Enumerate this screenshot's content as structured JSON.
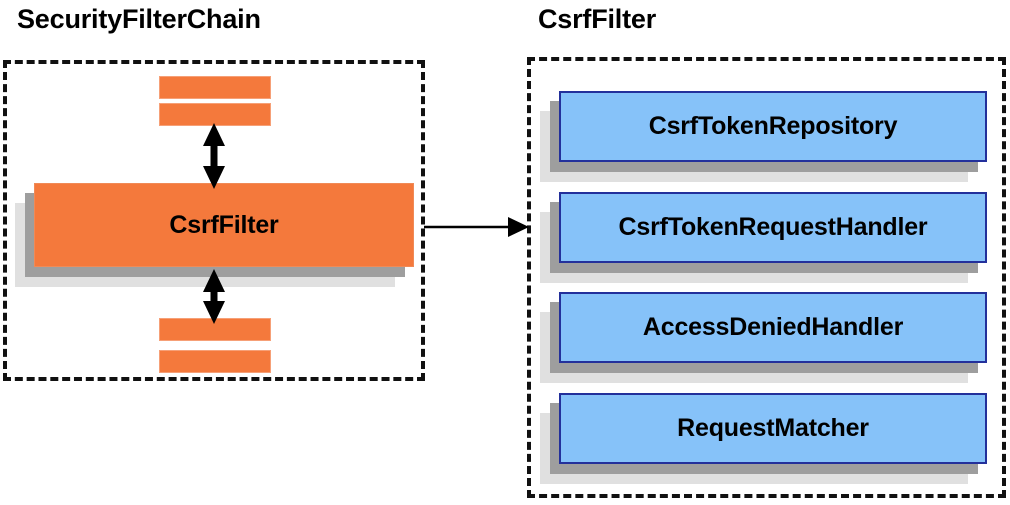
{
  "diagram": {
    "title_left": "SecurityFilterChain",
    "title_right": "CsrfFilter",
    "colors": {
      "orange_fill": "#F4793C",
      "blue_fill": "#86C2F9",
      "blue_border": "#23309B",
      "shadow_near": "#9E9E9E",
      "shadow_far": "#E0E0E0",
      "dashed_border": "#111111",
      "text": "#000000",
      "background": "#FFFFFF"
    }
  },
  "left_panel": {
    "title": "SecurityFilterChain",
    "filter_box": {
      "label": "CsrfFilter"
    },
    "top_bars": [
      {
        "label": ""
      },
      {
        "label": ""
      }
    ],
    "bottom_bars": [
      {
        "label": ""
      },
      {
        "label": ""
      }
    ],
    "arrows": [
      {
        "name": "top-bidirectional-arrow",
        "direction": "both",
        "orientation": "vertical"
      },
      {
        "name": "bottom-bidirectional-arrow",
        "direction": "both",
        "orientation": "vertical"
      }
    ]
  },
  "right_panel": {
    "title": "CsrfFilter",
    "components": [
      {
        "label": "CsrfTokenRepository"
      },
      {
        "label": "CsrfTokenRequestHandler"
      },
      {
        "label": "AccessDeniedHandler"
      },
      {
        "label": "RequestMatcher"
      }
    ]
  },
  "connector": {
    "name": "csrffilter-to-detail-arrow",
    "direction": "right",
    "orientation": "horizontal"
  }
}
